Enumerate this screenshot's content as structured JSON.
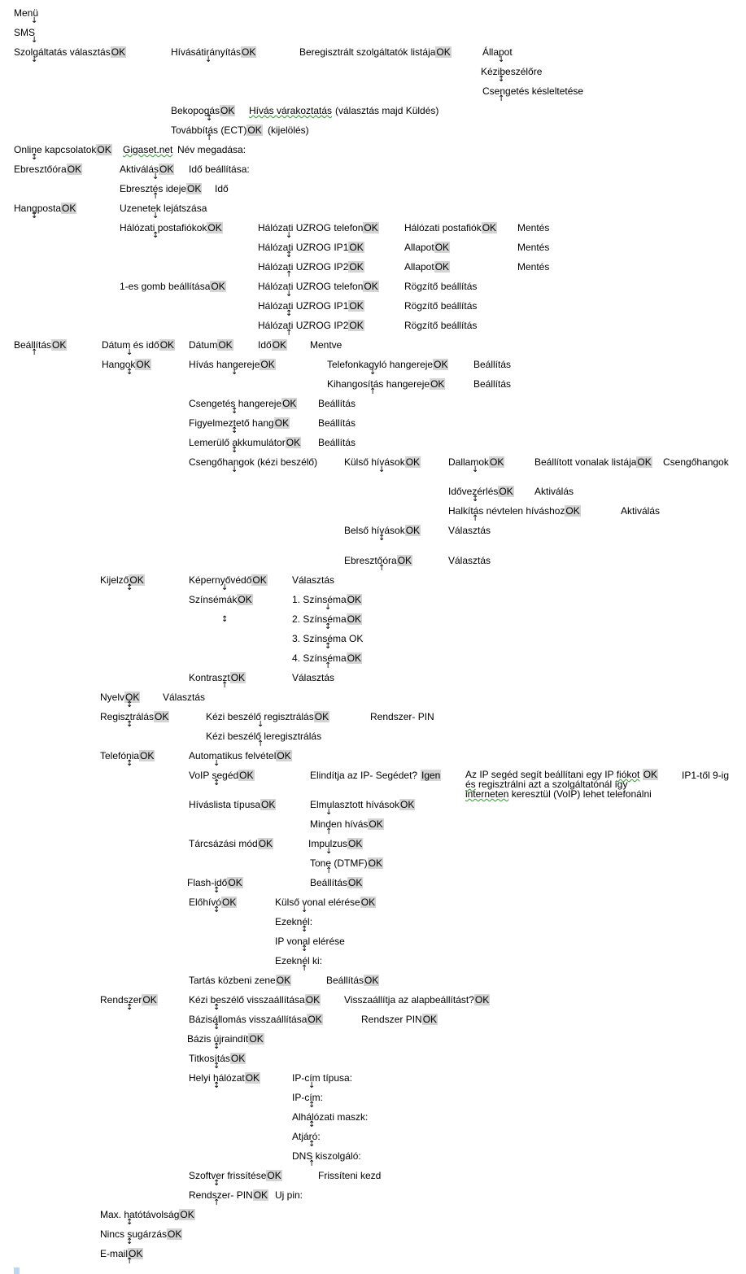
{
  "ok": "OK",
  "lines": {
    "menu": "Menü",
    "sms": "SMS",
    "szolg": "Szolgáltatás választás",
    "hivasatir": "Hívásátirányítás",
    "bereg": "Beregisztrált szolgáltatók listája",
    "allapot": "Állapot",
    "kezibesz": "Kézibeszélőre",
    "csengkes": "Csengetés késleltetése",
    "bekopog": "Bekopogás",
    "hivasvar": "Hívás várakoztatás",
    "hivasvar_rest": "(választás majd Küldés)",
    "tovabbitas": "Továbbítás (ECT)",
    "kijeloles": "(kijelölés)",
    "online": "Online kapcsolatok",
    "gigaset": "Gigaset.net",
    "nevmeg": "Név megadása:",
    "ebreszto": "Ebresztőóra",
    "aktivalas": "Aktiválás",
    "idobeall": "Idő beállítása:",
    "ebridoje": "Ebresztés ideje",
    "ido": "Idő",
    "hangposta": "Hangposta",
    "uzenetek": "Uzenetek lejátszása",
    "halpostafiok": "Hálózati postafiókok",
    "hal_tel": "Hálózati UZROG telefon",
    "hal_ip1": "Hálózati UZROG IP1",
    "hal_ip2": "Hálózati UZROG IP2",
    "halpostafiok2": "Hálózati postafiók",
    "allapot2": "Allapot",
    "mentes": "Mentés",
    "egyesgomb": "1-es gomb beállítása",
    "rogzito": "Rögzítő beállítás",
    "beallitas": "Beállítás",
    "datumido": "Dátum és idő",
    "datum": "Dátum",
    "ido2": "Idő",
    "mentve": "Mentve",
    "hangok": "Hangok",
    "hivashang": "Hívás hangereje",
    "telkagylo": "Telefonkagyló hangereje",
    "beallitas2": "Beállítás",
    "kihang": "Kihangosítás hangereje",
    "csenghang": "Csengetés hangereje",
    "figyel": "Figyelmeztető hang",
    "lemerulo": "Lemerülő akkumulátor",
    "csengohangok": "Csengőhangok (kézi beszélő)",
    "kulso": "Külső hívások",
    "dallamok": "Dallamok",
    "beallvonal": "Beállított vonalak listája",
    "csengohang2": "Csengőhangok",
    "idovezerles": "Idővezérlés",
    "aktivalas2": "Aktiválás",
    "halkitas": "Halkítás névtelen híváshoz",
    "belso": "Belső hívások",
    "valasztas": "Választás",
    "ebreszto2": "Ebresztőóra",
    "kijelzo": "Kijelző",
    "kepernyo": "Képernyővédő",
    "szinsemak": "Színsémák",
    "szin1": "1. Színséma",
    "szin2": "2. Színséma",
    "szin3": "3. Színséma OK",
    "szin4": "4. Színséma",
    "kontraszt": "Kontraszt",
    "nyelv": "Nyelv",
    "regisztralas": "Regisztrálás",
    "kezireg": "Kézi beszélő regisztrálás",
    "rendszerpin": "Rendszer- PIN",
    "kezilereg": "Kézi beszélő leregisztrálás",
    "telefonia": "Telefónia",
    "automatikus": "Automatikus felvétel",
    "voip": "VoIP segéd",
    "elinditja": "Elindítja az IP- Segédet?",
    "igen": "Igen",
    "ipseged1a": "Az IP segéd segít beállítani egy IP",
    "ipseged1b": "fiókot",
    "ipseged2a": "és",
    "ipseged2b": "regisztrálni azt a szolgáltatónál így",
    "ipseged3a": "interneten",
    "ipseged3b": "keresztül (VoIP) lehet telefonálni",
    "ip19": "IP1-től 9-ig",
    "hivaslista": "Híváslista típusa",
    "elmulasztott": "Elmulasztott hívások",
    "mindenhivas": "Minden hívás",
    "tarcsazasi": "Tárcsázási mód",
    "impulzus": "Impulzus",
    "tone": "Tone (DTMF)",
    "flash": "Flash-idő",
    "beallitas3": "Beállítás",
    "elohivo": "Előhívó",
    "kulsovonal": "Külső vonal elérése",
    "ezeknel": "Ezeknél:",
    "ipvonal": "IP vonal elérése",
    "ezeknelki": "Ezeknél ki:",
    "tartas": "Tartás közbeni zene",
    "rendszer": "Rendszer",
    "kezivissza": "Kézi beszélő visszaállítása",
    "visszaallitja": "Visszaállítja az alapbeállítást?",
    "bazisvissza": "Bázisállomás visszaállítása",
    "rendszerpin2": "Rendszer PIN",
    "bazisujra": "Bázis újraindít",
    "titkositas": "Titkosítás",
    "helyi": "Helyi hálózat",
    "ipcimtipus": "IP-cím típusa:",
    "ipcim": "IP-cím:",
    "alhalozati": "Alhálózati maszk:",
    "atjaro": "Atjáró:",
    "dns": "DNS kiszolgáló:",
    "szoftver": "Szoftver frissítése",
    "frissiteni": "Frissíteni kezd",
    "rendszerpin3": "Rendszer- PIN",
    "ujpin": "Uj pin:",
    "maxhato": "Max. hatótávolság",
    "nincs": "Nincs sugárzás",
    "email": "E-mail"
  },
  "icons": {
    "down": "down-arrow-icon",
    "up": "up-arrow-icon",
    "updown": "up-down-arrow-icon"
  }
}
